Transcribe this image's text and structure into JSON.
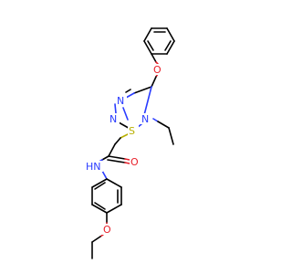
{
  "molecule": {
    "atom_labels": {
      "ether_oxygen_top": "O",
      "triazole_n1": "N",
      "triazole_n2": "N",
      "triazole_n4": "N",
      "sulfur": "S",
      "carbonyl_oxygen": "O",
      "amide_nitrogen": "N",
      "amide_hydrogen": "H",
      "ether_oxygen_bottom": "O"
    },
    "colors": {
      "carbon_bond": "#000000",
      "nitrogen": "#2a3cff",
      "oxygen": "#e8202a",
      "sulfur": "#b8b000"
    }
  }
}
